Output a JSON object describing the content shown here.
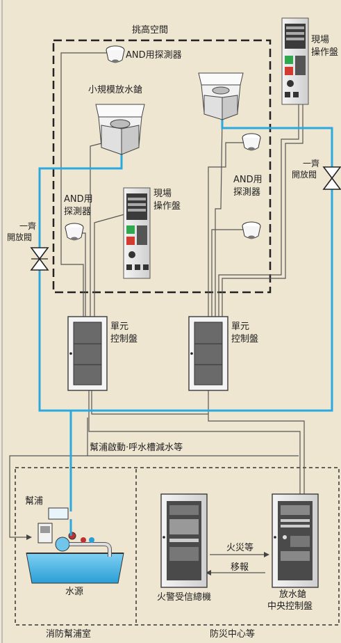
{
  "labels": {
    "atrium": "挑高空間",
    "and_detector_top": "AND用探測器",
    "small_water_gun": "小規模放水鎗",
    "local_panel_right_1": "現場",
    "local_panel_right_2": "操作盤",
    "local_panel_mid_1": "現場",
    "local_panel_mid_2": "操作盤",
    "and_detector_left_1": "AND用",
    "and_detector_left_2": "探測器",
    "and_detector_right_1": "AND用",
    "and_detector_right_2": "探測器",
    "valve_left_1": "一齊",
    "valve_left_2": "開放閥",
    "valve_right_1": "一齊",
    "valve_right_2": "開放閥",
    "unit_panel_left_1": "單元",
    "unit_panel_left_2": "控制盤",
    "unit_panel_right_1": "單元",
    "unit_panel_right_2": "控制盤",
    "pump_signal": "幫浦啟動‧呼水槽減水等",
    "pump": "幫浦",
    "water_source": "水源",
    "fire_alarm_panel": "火警受信總機",
    "fire_etc": "火災等",
    "transfer": "移報",
    "central_panel_1": "放水鎗",
    "central_panel_2": "中央控制盤",
    "pump_room": "消防幫浦室",
    "disaster_center": "防災中心等"
  },
  "colors": {
    "background": "#efe6d2",
    "water_pipe": "#29a9df",
    "signal_line": "#444444"
  }
}
